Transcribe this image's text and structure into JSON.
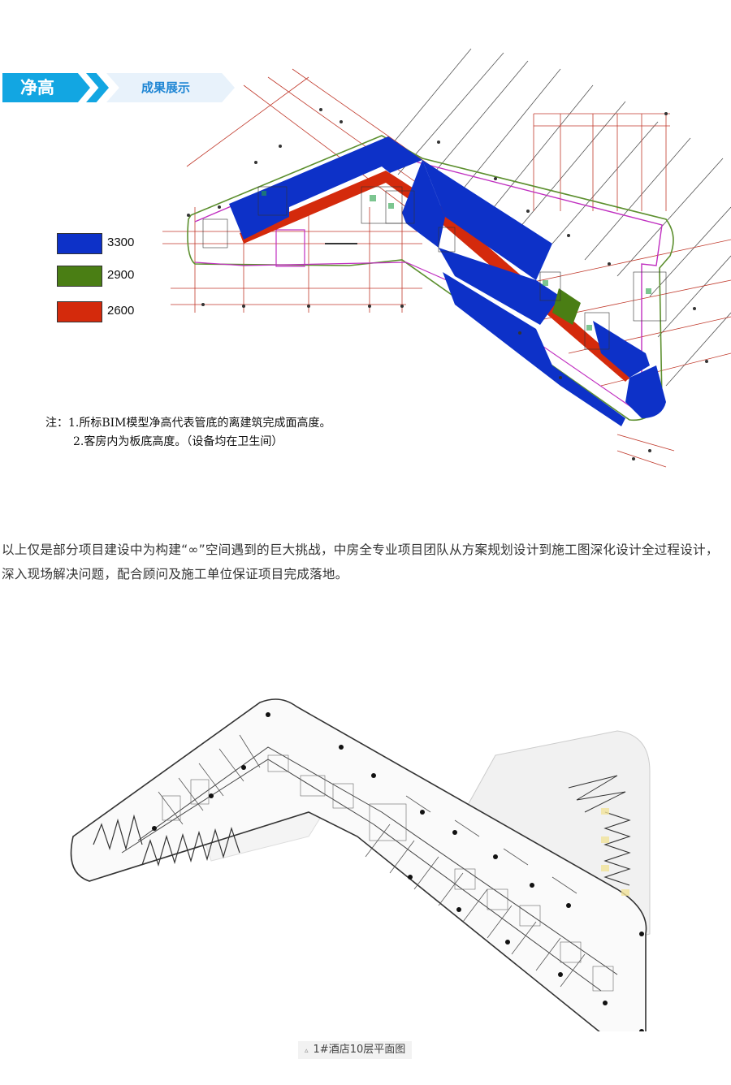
{
  "header": {
    "main_label": "净高",
    "sub_label": "成果展示"
  },
  "legend": [
    {
      "label": "3300",
      "color": "#0d31c8"
    },
    {
      "label": "2900",
      "color": "#4a7e14"
    },
    {
      "label": "2600",
      "color": "#d42a0c"
    }
  ],
  "notes": [
    "注：1.所标BIM模型净高代表管底的离建筑完成面高度。",
    "2.客房内为板底高度。（设备均在卫生间）"
  ],
  "paragraph": "以上仅是部分项目建设中为构建“∞”空间遇到的巨大挑战，中房全专业项目团队从方案规划设计到施工图深化设计全过程设计，深入现场解决问题，配合顾问及施工单位保证项目完成落地。",
  "caption": "1#酒店10层平面图"
}
